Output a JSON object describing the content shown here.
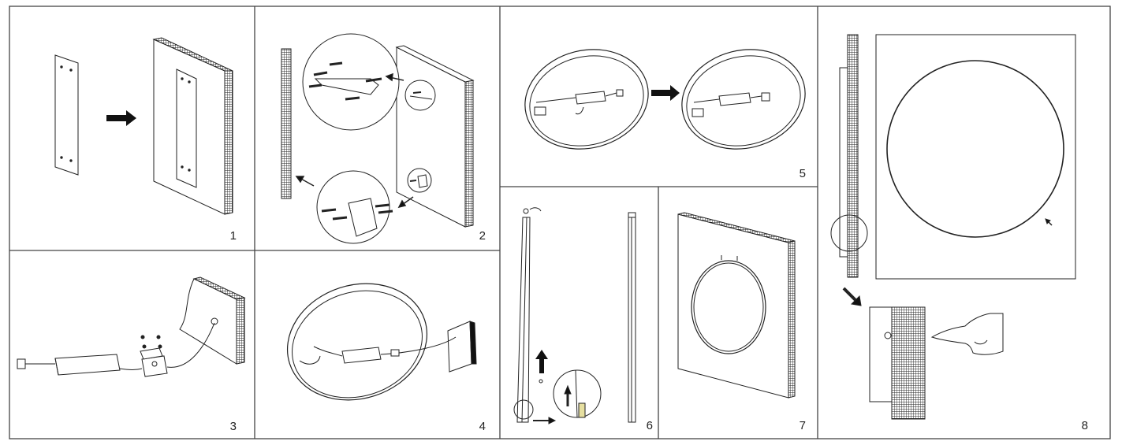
{
  "steps": [
    {
      "number": "1"
    },
    {
      "number": "2"
    },
    {
      "number": "3"
    },
    {
      "number": "4"
    },
    {
      "number": "5"
    },
    {
      "number": "6"
    },
    {
      "number": "7"
    },
    {
      "number": "8"
    }
  ],
  "colors": {
    "line": "#222222",
    "frame": "#444444",
    "background": "#ffffff",
    "accent": "#e6dfa0"
  }
}
